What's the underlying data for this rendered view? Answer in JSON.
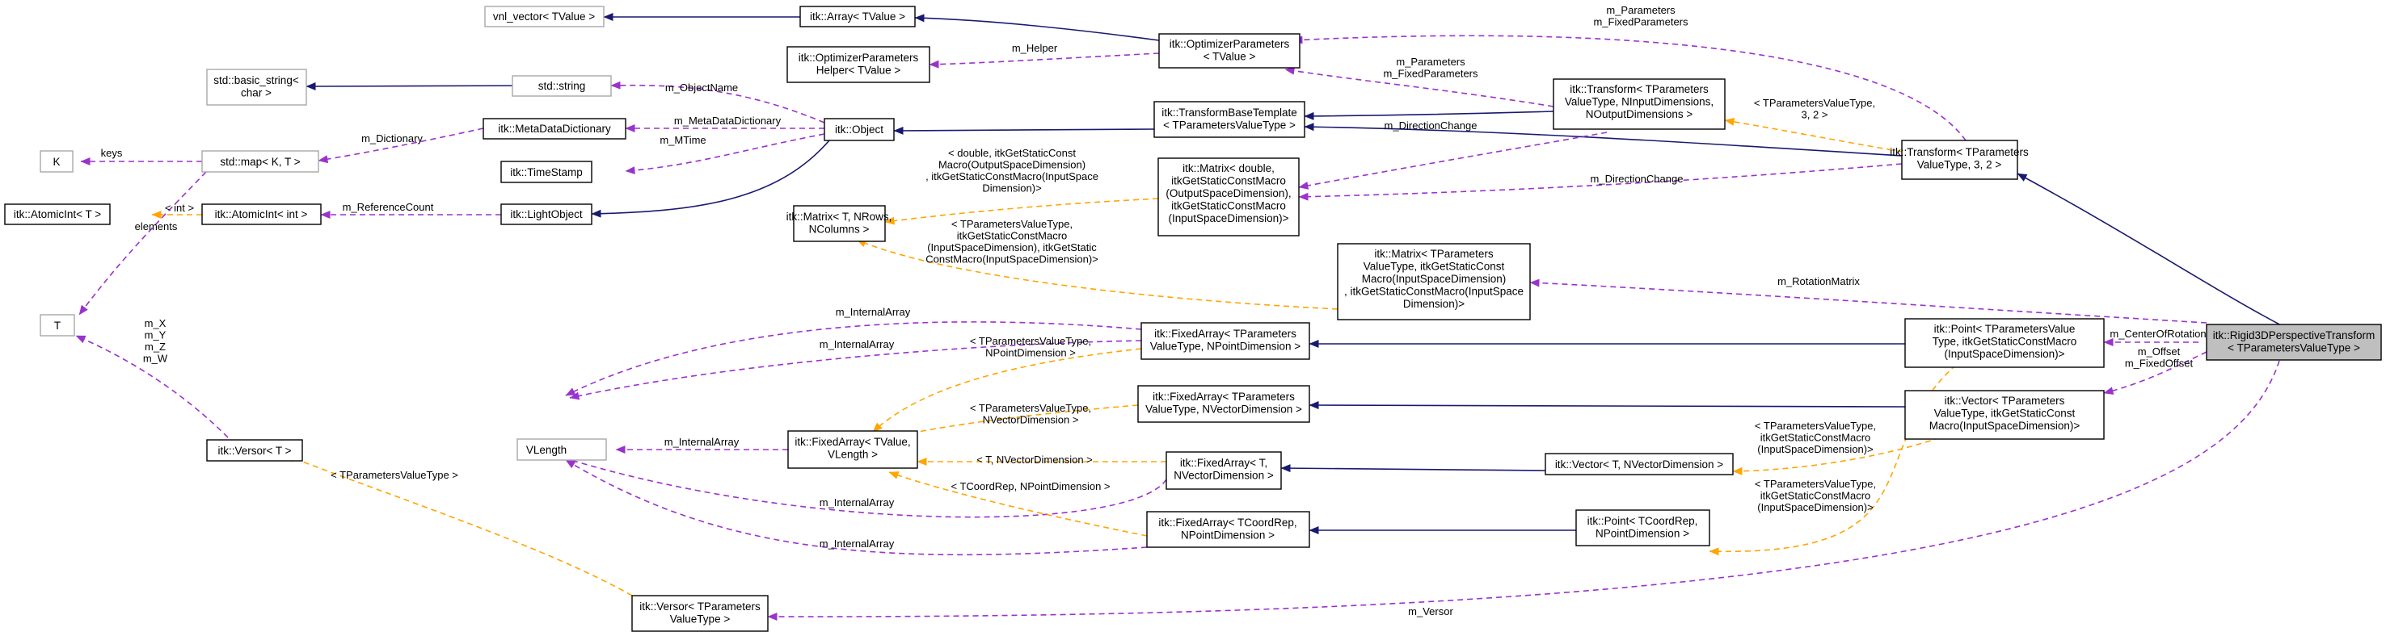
{
  "nodes": {
    "vnl_vector": [
      "vnl_vector< TValue >"
    ],
    "array": [
      "itk::Array< TValue >"
    ],
    "opt_params": [
      "itk::OptimizerParameters",
      "< TValue >"
    ],
    "opt_helper": [
      "itk::OptimizerParameters",
      "Helper< TValue >"
    ],
    "basic_string": [
      "std::basic_string<",
      "char >"
    ],
    "std_string": [
      "std::string"
    ],
    "k": [
      "K"
    ],
    "std_map": [
      "std::map< K, T >"
    ],
    "meta_dict": [
      "itk::MetaDataDictionary"
    ],
    "object": [
      "itk::Object"
    ],
    "time_stamp": [
      "itk::TimeStamp"
    ],
    "atomic_T": [
      "itk::AtomicInt< T >"
    ],
    "atomic_int": [
      "itk::AtomicInt< int >"
    ],
    "light_object": [
      "itk::LightObject"
    ],
    "t": [
      "T"
    ],
    "transform_base": [
      "itk::TransformBaseTemplate",
      "< TParametersValueType >"
    ],
    "transform_nio": [
      "itk::Transform< TParameters",
      "ValueType, NInputDimensions,",
      "NOutputDimensions >"
    ],
    "transform_32": [
      "itk::Transform< TParameters",
      "ValueType, 3, 2 >"
    ],
    "matrix_double": [
      "itk::Matrix< double,",
      "itkGetStaticConstMacro",
      "(OutputSpaceDimension),",
      "itkGetStaticConstMacro",
      "(InputSpaceDimension)>"
    ],
    "matrix_t": [
      "itk::Matrix< T, NRows,",
      "NColumns >"
    ],
    "matrix_tp": [
      "itk::Matrix< TParameters",
      "ValueType, itkGetStaticConst",
      "Macro(InputSpaceDimension)",
      ", itkGetStaticConstMacro(InputSpace",
      "Dimension)>"
    ],
    "rigid3d": [
      "itk::Rigid3DPerspectiveTransform",
      "< TParametersValueType >"
    ],
    "point_tp": [
      "itk::Point< TParametersValue",
      "Type, itkGetStaticConstMacro",
      "(InputSpaceDimension)>"
    ],
    "vector_tp": [
      "itk::Vector< TParameters",
      "ValueType, itkGetStaticConst",
      "Macro(InputSpaceDimension)>"
    ],
    "fixed_np": [
      "itk::FixedArray< TParameters",
      "ValueType, NPointDimension >"
    ],
    "fixed_nv": [
      "itk::FixedArray< TParameters",
      "ValueType, NVectorDimension >"
    ],
    "fixed_tv": [
      "itk::FixedArray< TValue,",
      "VLength >"
    ],
    "fixed_t": [
      "itk::FixedArray< T,",
      "NVectorDimension >"
    ],
    "fixed_coord": [
      "itk::FixedArray< TCoordRep,",
      "NPointDimension >"
    ],
    "vlength": [
      "VLength"
    ],
    "vector_t": [
      "itk::Vector< T, NVectorDimension >"
    ],
    "point_coord": [
      "itk::Point< TCoordRep,",
      "NPointDimension >"
    ],
    "versor_t": [
      "itk::Versor< T >"
    ],
    "versor_tp": [
      "itk::Versor< TParameters",
      "ValueType >"
    ]
  },
  "edge_labels": {
    "e_helper": [
      "m_Helper"
    ],
    "e_params_top": [
      "m_Parameters",
      "m_FixedParameters"
    ],
    "e_params_mid": [
      "m_Parameters",
      "m_FixedParameters"
    ],
    "e_objectname": [
      "m_ObjectName"
    ],
    "e_metadict": [
      "m_MetaDataDictionary"
    ],
    "e_mtime": [
      "m_MTime"
    ],
    "e_dictionary": [
      "m_Dictionary"
    ],
    "e_keys": [
      "keys"
    ],
    "e_elements": [
      "elements"
    ],
    "e_int": [
      "< int >"
    ],
    "e_refcount": [
      "m_ReferenceCount"
    ],
    "e_dirchange1": [
      "m_DirectionChange"
    ],
    "e_dirchange2": [
      "m_DirectionChange"
    ],
    "e_tpvt32": [
      "< TParametersValueType,",
      "3, 2 >"
    ],
    "e_matrix_double": [
      "< double, itkGetStaticConst",
      "Macro(OutputSpaceDimension)",
      ", itkGetStaticConstMacro(InputSpace",
      "Dimension)>"
    ],
    "e_matrix_tp": [
      "< TParametersValueType,",
      "itkGetStaticConstMacro",
      "(InputSpaceDimension), itkGetStatic",
      "ConstMacro(InputSpaceDimension)>"
    ],
    "e_rotation": [
      "m_RotationMatrix"
    ],
    "e_center": [
      "m_CenterOfRotation"
    ],
    "e_offset": [
      "m_Offset",
      "m_FixedOffset"
    ],
    "e_internal1": [
      "m_InternalArray"
    ],
    "e_internal2": [
      "m_InternalArray"
    ],
    "e_internal3": [
      "m_InternalArray"
    ],
    "e_internal4": [
      "m_InternalArray"
    ],
    "e_internal5": [
      "m_InternalArray"
    ],
    "e_tpvt_np": [
      "< TParametersValueType,",
      "NPointDimension >"
    ],
    "e_tpvt_nv": [
      "< TParametersValueType,",
      "NVectorDimension >"
    ],
    "e_t_nv": [
      "< T, NVectorDimension >"
    ],
    "e_coord_np": [
      "< TCoordRep, NPointDimension >"
    ],
    "e_vec_tp": [
      "< TParametersValueType,",
      "itkGetStaticConstMacro",
      "(InputSpaceDimension)>"
    ],
    "e_pt_tp": [
      "< TParametersValueType,",
      "itkGetStaticConstMacro",
      "(InputSpaceDimension)>"
    ],
    "e_xyzw": [
      "m_X",
      "m_Y",
      "m_Z",
      "m_W"
    ],
    "e_versor_tp": [
      "< TParametersValueType >"
    ],
    "e_versor": [
      "m_Versor"
    ]
  },
  "colors": {
    "inheritance": "#191970",
    "usage": "#9a32cd",
    "template": "#ffa500",
    "focus_fill": "#bfbfbf",
    "external_border": "#a8a8a8"
  }
}
